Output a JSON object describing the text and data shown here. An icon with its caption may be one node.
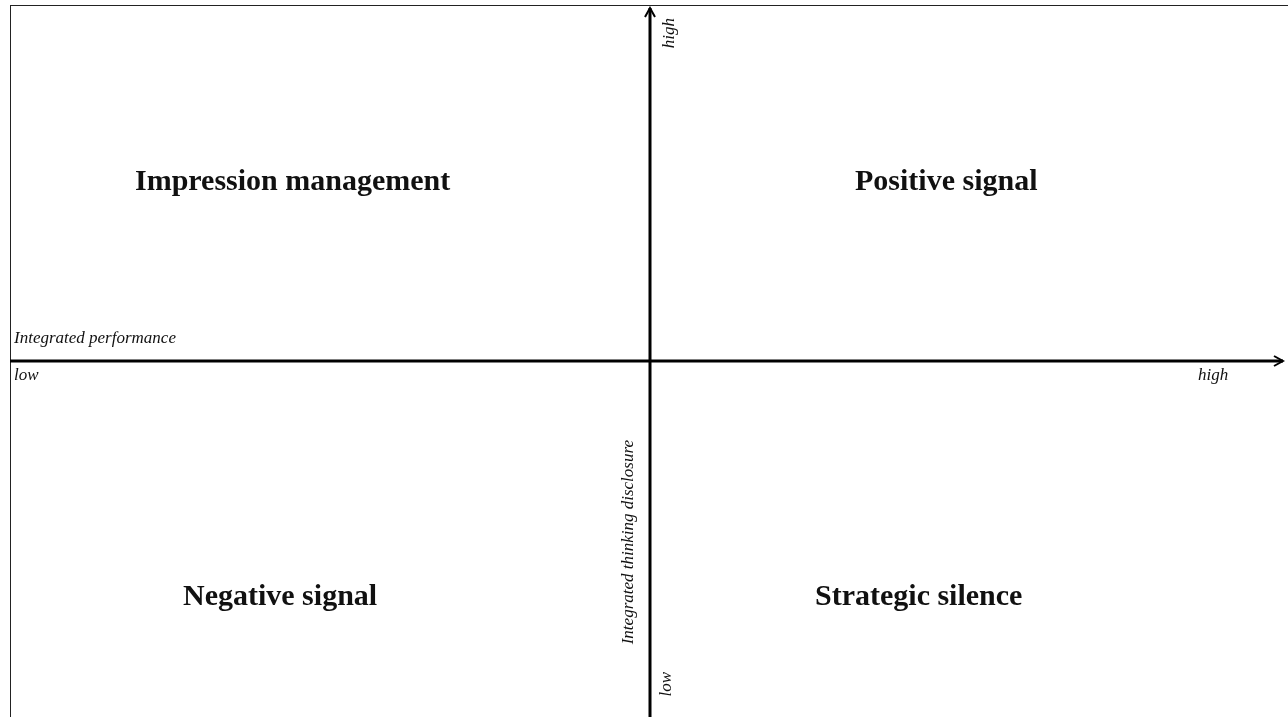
{
  "diagram": {
    "labels": [
      "high",
      "Impression management",
      "Positive signal",
      "Integrated performance",
      "low",
      "high",
      "Integrated thinking disclosure",
      "Negative signal",
      "Strategic silence",
      "low"
    ]
  }
}
